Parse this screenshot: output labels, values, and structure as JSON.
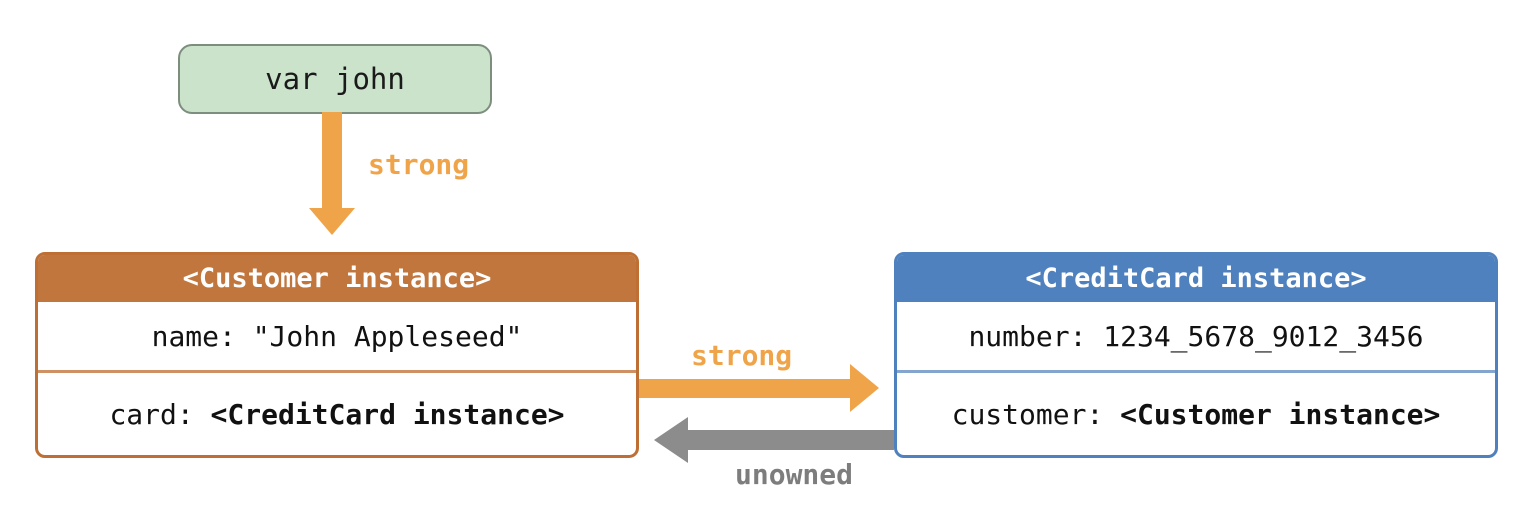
{
  "colors": {
    "orange": "#f0a44a",
    "orange-dark": "#c1763d",
    "orange-border": "#bd6f34",
    "orange-divider": "#cd9164",
    "blue": "#4e81bd",
    "blue-divider": "#84a5cd",
    "gray-arrow": "#8c8c8c",
    "gray-label": "#7d7d7d",
    "green-fill": "#cbe2cb",
    "green-border": "#7e8e7e"
  },
  "var_box": {
    "label": "var john"
  },
  "arrows": {
    "var_to_customer": {
      "label": "strong"
    },
    "customer_to_card": {
      "label": "strong"
    },
    "card_to_customer": {
      "label": "unowned"
    }
  },
  "customer_box": {
    "title": "<Customer instance>",
    "rows": [
      {
        "label": "name:",
        "value": "\"John Appleseed\""
      },
      {
        "label": "card:",
        "value": "<CreditCard instance>"
      }
    ]
  },
  "creditcard_box": {
    "title": "<CreditCard instance>",
    "rows": [
      {
        "label": "number:",
        "value": "1234_5678_9012_3456"
      },
      {
        "label": "customer:",
        "value": "<Customer instance>"
      }
    ]
  }
}
